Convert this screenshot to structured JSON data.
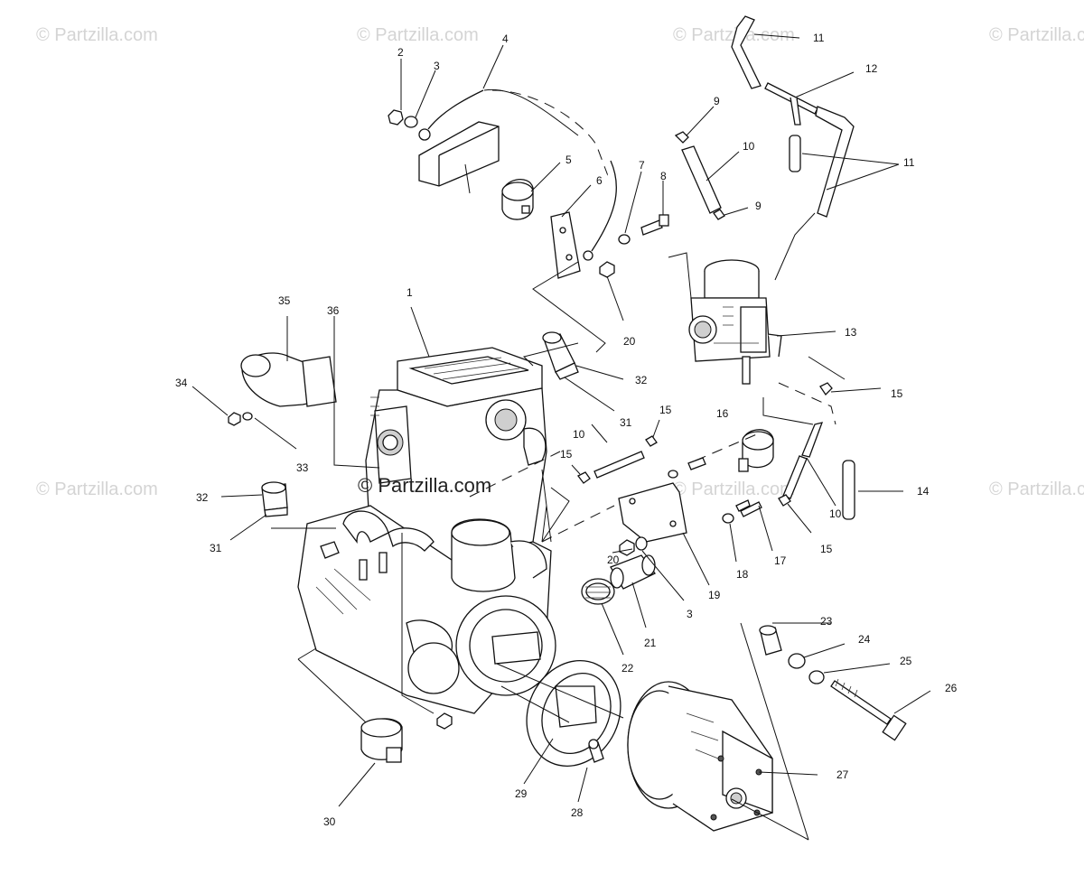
{
  "watermarks": [
    "© Partzilla.com",
    "© Partzilla.com",
    "© Partzilla.com",
    "© Partzilla.com",
    "© Partzilla.com",
    "© Partzilla.com",
    "© Partzilla.com"
  ],
  "center_watermark": "© Partzilla.com",
  "callouts": [
    {
      "id": "1",
      "text": "1"
    },
    {
      "id": "2",
      "text": "2"
    },
    {
      "id": "3a",
      "text": "3"
    },
    {
      "id": "3b",
      "text": "3"
    },
    {
      "id": "4",
      "text": "4"
    },
    {
      "id": "5",
      "text": "5"
    },
    {
      "id": "6",
      "text": "6"
    },
    {
      "id": "7",
      "text": "7"
    },
    {
      "id": "8",
      "text": "8"
    },
    {
      "id": "9a",
      "text": "9"
    },
    {
      "id": "9b",
      "text": "9"
    },
    {
      "id": "10a",
      "text": "10"
    },
    {
      "id": "10b",
      "text": "10"
    },
    {
      "id": "10c",
      "text": "10"
    },
    {
      "id": "11a",
      "text": "11"
    },
    {
      "id": "11b",
      "text": "11"
    },
    {
      "id": "12",
      "text": "12"
    },
    {
      "id": "13",
      "text": "13"
    },
    {
      "id": "14",
      "text": "14"
    },
    {
      "id": "15a",
      "text": "15"
    },
    {
      "id": "15b",
      "text": "15"
    },
    {
      "id": "15c",
      "text": "15"
    },
    {
      "id": "15d",
      "text": "15"
    },
    {
      "id": "16",
      "text": "16"
    },
    {
      "id": "17",
      "text": "17"
    },
    {
      "id": "18",
      "text": "18"
    },
    {
      "id": "19",
      "text": "19"
    },
    {
      "id": "20a",
      "text": "20"
    },
    {
      "id": "20b",
      "text": "20"
    },
    {
      "id": "21",
      "text": "21"
    },
    {
      "id": "22",
      "text": "22"
    },
    {
      "id": "23",
      "text": "23"
    },
    {
      "id": "24",
      "text": "24"
    },
    {
      "id": "25",
      "text": "25"
    },
    {
      "id": "26",
      "text": "26"
    },
    {
      "id": "27",
      "text": "27"
    },
    {
      "id": "28",
      "text": "28"
    },
    {
      "id": "29",
      "text": "29"
    },
    {
      "id": "30",
      "text": "30"
    },
    {
      "id": "31a",
      "text": "31"
    },
    {
      "id": "31b",
      "text": "31"
    },
    {
      "id": "32a",
      "text": "32"
    },
    {
      "id": "32b",
      "text": "32"
    },
    {
      "id": "33",
      "text": "33"
    },
    {
      "id": "34",
      "text": "34"
    },
    {
      "id": "35",
      "text": "35"
    },
    {
      "id": "36",
      "text": "36"
    }
  ]
}
